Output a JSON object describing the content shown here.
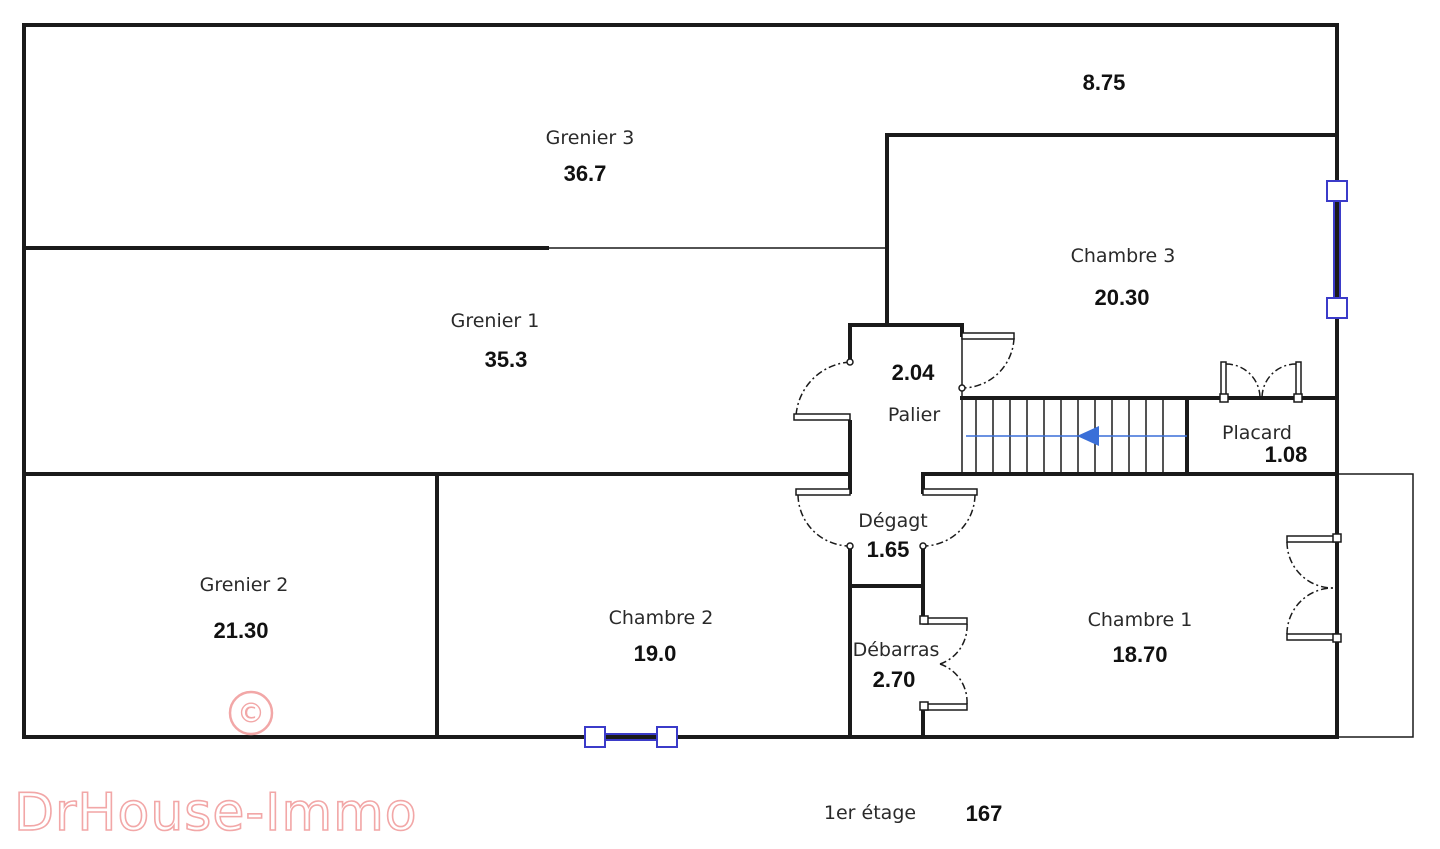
{
  "rooms": {
    "grenier3": {
      "name": "Grenier 3",
      "area": "36.7"
    },
    "unnamed_top_right": {
      "area": "8.75"
    },
    "chambre3": {
      "name": "Chambre 3",
      "area": "20.30"
    },
    "grenier1": {
      "name": "Grenier 1",
      "area": "35.3"
    },
    "palier": {
      "name": "Palier",
      "area": "2.04"
    },
    "placard": {
      "name": "Placard",
      "area": "1.08"
    },
    "grenier2": {
      "name": "Grenier 2",
      "area": "21.30"
    },
    "chambre2": {
      "name": "Chambre 2",
      "area": "19.0"
    },
    "degagt": {
      "name": "Dégagt",
      "area": "1.65"
    },
    "debarras": {
      "name": "Débarras",
      "area": "2.70"
    },
    "chambre1": {
      "name": "Chambre 1",
      "area": "18.70"
    }
  },
  "floor": {
    "label": "1er étage",
    "total": "167"
  },
  "watermark": {
    "text": "DrHouse-Immo",
    "copyright": "©",
    "color": "#f2a7a7"
  },
  "colors": {
    "wall": "#1a1a1a",
    "window": "#3b3bc9",
    "stair_arrow": "#3a6fd8"
  }
}
